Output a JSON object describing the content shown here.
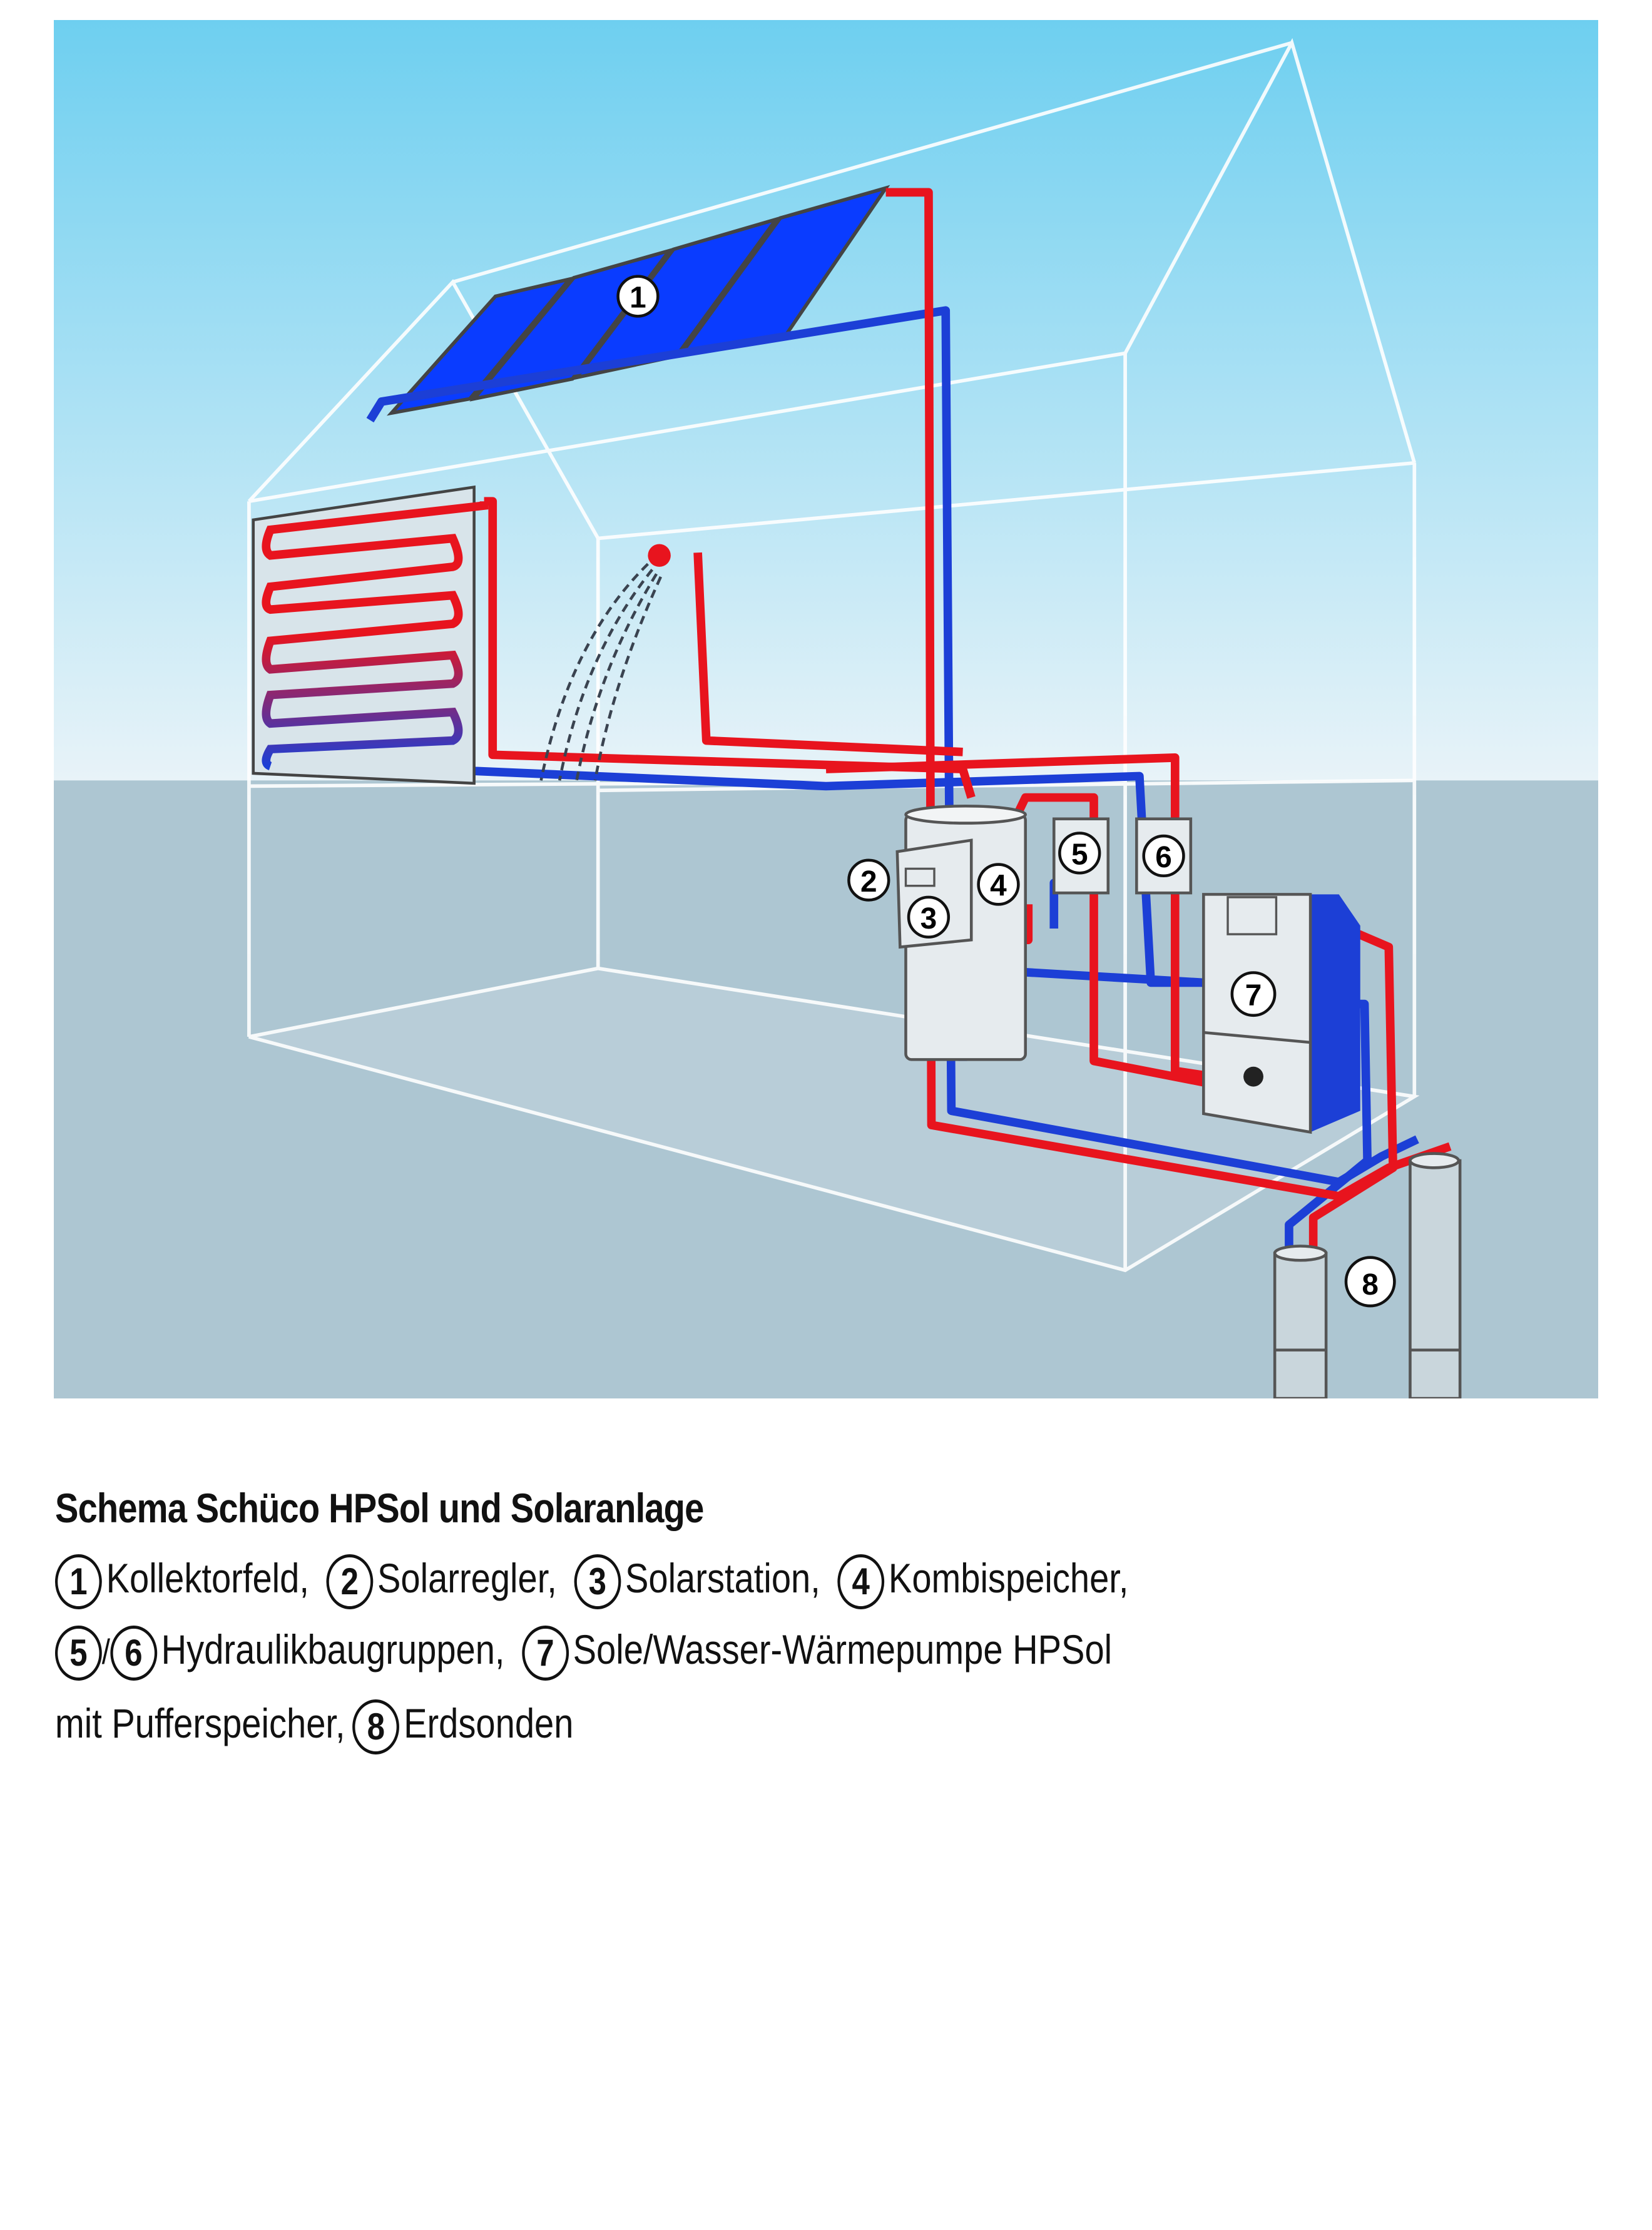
{
  "diagram": {
    "markers": [
      "1",
      "2",
      "3",
      "4",
      "5",
      "6",
      "7",
      "8"
    ],
    "colors": {
      "hot_pipe": "#e8141e",
      "cold_pipe": "#1c3fd6",
      "panel": "#0a3cff",
      "sky_top": "#6ecff0",
      "ground": "#adc6d2"
    }
  },
  "caption": {
    "title": "Schema Schüco HPSol und Solaranlage",
    "items": [
      {
        "num": "1",
        "label": "Kollektorfeld,"
      },
      {
        "num": "2",
        "label": "Solarregler,"
      },
      {
        "num": "3",
        "label": "Solarstation,"
      },
      {
        "num": "4",
        "label": "Kombispeicher,"
      },
      {
        "num": "5",
        "label": ""
      },
      {
        "num": "6",
        "label": "Hydraulikbaugruppen,"
      },
      {
        "num": "7",
        "label": "Sole/Wasser-Wärmepumpe HPSol"
      },
      {
        "num": "8",
        "label": "Erdsonden"
      }
    ],
    "slash": "/",
    "line3_prefix": "mit Pufferspeicher,"
  }
}
